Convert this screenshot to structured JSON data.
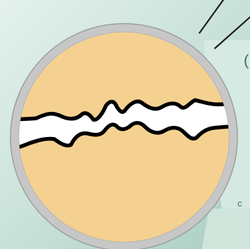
{
  "colors": {
    "background_light": "#e4f1ec",
    "background_mid": "#c6e0d6",
    "background_dark": "#aacec1",
    "panel_band": "#d7ebe3",
    "panel_lower": "#cfe5dc",
    "lens_ring": "#c7c7c7",
    "lens_ring_outline": "#9d9d9d",
    "material_fill": "#f5d191",
    "crack_fill": "#ffffff",
    "crack_outline": "#000000",
    "pointer_lines": "#1a1a1a",
    "edge_text": "#3a6e5f"
  },
  "edge_text": {
    "top_right": "(",
    "bottom_right": "c"
  },
  "icons": {
    "lens": "magnifier-circle",
    "crack": "wavy-crack"
  }
}
